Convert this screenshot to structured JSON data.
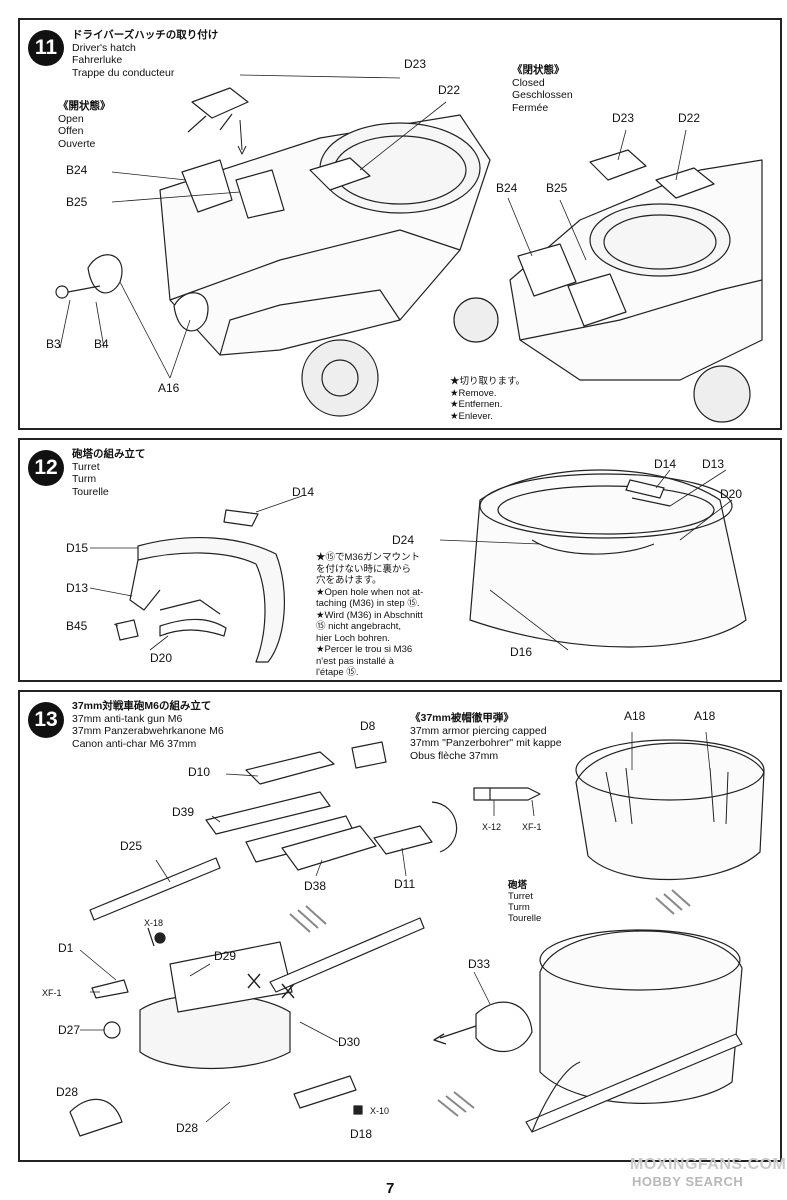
{
  "step11": {
    "number": "11",
    "title_jp": "ドライバーズハッチの取り付け",
    "title_en": "Driver's hatch",
    "title_de": "Fahrerluke",
    "title_fr": "Trappe du conducteur",
    "open_jp": "《開状態》",
    "open_en": "Open",
    "open_de": "Offen",
    "open_fr": "Ouverte",
    "closed_jp": "《閉状態》",
    "closed_en": "Closed",
    "closed_de": "Geschlossen",
    "closed_fr": "Fermée",
    "remove_jp": "★切り取ります。",
    "remove_en": "★Remove.",
    "remove_de": "★Entfernen.",
    "remove_fr": "★Enlever.",
    "labels": {
      "d23_left": "D23",
      "d22_left": "D22",
      "b24_left": "B24",
      "b25_left": "B25",
      "b3": "B3",
      "b4": "B4",
      "a16": "A16",
      "d23_right": "D23",
      "d22_right": "D22",
      "b24_right": "B24",
      "b25_right": "B25"
    }
  },
  "step12": {
    "number": "12",
    "title_jp": "砲塔の組み立て",
    "title_en": "Turret",
    "title_de": "Turm",
    "title_fr": "Tourelle",
    "note_jp_1": "★⑮でM36ガンマウント",
    "note_jp_2": "を付けない時に裏から",
    "note_jp_3": "穴をあけます。",
    "note_en_1": "★Open hole when not at-",
    "note_en_2": "taching (M36) in step ⑮.",
    "note_de_1": "★Wird (M36) in Abschnitt",
    "note_de_2": "⑮ nicht angebracht,",
    "note_de_3": "hier Loch bohren.",
    "note_fr_1": "★Percer le trou si M36",
    "note_fr_2": "n'est pas installé à",
    "note_fr_3": "l'étape ⑮.",
    "labels": {
      "d14_left": "D14",
      "d15": "D15",
      "d13_left": "D13",
      "b45": "B45",
      "d20_left": "D20",
      "d24": "D24",
      "d14_right": "D14",
      "d13_right": "D13",
      "d20_right": "D20",
      "d16": "D16"
    }
  },
  "step13": {
    "number": "13",
    "title_jp": "37mm対戦車砲M6の組み立て",
    "title_en": "37mm anti-tank gun M6",
    "title_de": "37mm Panzerabwehrkanone M6",
    "title_fr": "Canon anti-char M6 37mm",
    "ammo_jp": "《37mm被帽徹甲弾》",
    "ammo_en": "37mm armor piercing capped",
    "ammo_de": "37mm \"Panzerbohrer\" mit kappe",
    "ammo_fr": "Obus flèche 37mm",
    "turret_jp": "砲塔",
    "turret_en": "Turret",
    "turret_de": "Turm",
    "turret_fr": "Tourelle",
    "labels": {
      "d8": "D8",
      "d10": "D10",
      "d39": "D39",
      "d25": "D25",
      "d38": "D38",
      "d11": "D11",
      "x12": "X-12",
      "xf1_ammo": "XF-1",
      "a18_left": "A18",
      "a18_right": "A18",
      "x18": "X-18",
      "d1": "D1",
      "d29": "D29",
      "xf1_gun": "XF-1",
      "d27": "D27",
      "d30": "D30",
      "d28_top": "D28",
      "d28_bottom": "D28",
      "x10": "X-10",
      "d18": "D18",
      "d33": "D33"
    }
  },
  "footer": {
    "page_number": "7",
    "watermark_1": "MOXINGFANS.COM",
    "watermark_2": "HOBBY SEARCH"
  }
}
